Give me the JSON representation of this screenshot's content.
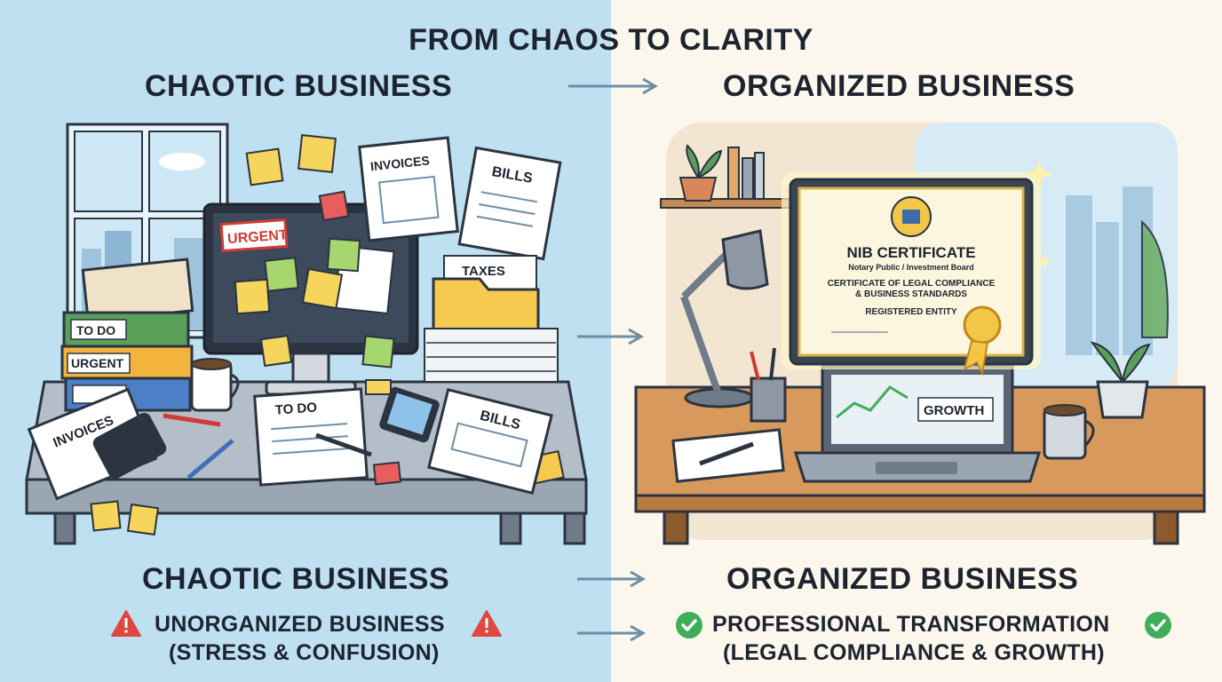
{
  "title": "FROM CHAOS TO CLARITY",
  "left": {
    "heading": "CHAOTIC BUSINESS",
    "footer_heading": "CHAOTIC BUSINESS",
    "footer_line1": "UNORGANIZED BUSINESS",
    "footer_line2": "(STRESS & CONFUSION)",
    "labels": {
      "urgent_sign": "URGENT",
      "invoices_top": "INVOICES",
      "bills_top": "BILLS",
      "taxes": "TAXES",
      "todo_binder": "TO DO",
      "urgent_binder": "URGENT",
      "invoices_desk": "INVOICES",
      "todo_desk": "TO DO",
      "bills_desk": "BILLS"
    },
    "warning_icon": "warning-triangle-icon"
  },
  "right": {
    "heading": "ORGANIZED BUSINESS",
    "footer_heading": "ORGANIZED BUSINESS",
    "footer_line1": "PROFESSIONAL TRANSFORMATION",
    "footer_line2": "(LEGAL COMPLIANCE & GROWTH)",
    "certificate": {
      "title": "NIB CERTIFICATE",
      "subtitle": "Notary Public / Investment Board",
      "line1": "CERTIFICATE OF LEGAL COMPLIANCE",
      "line2": "& BUSINESS STANDARDS",
      "line3": "REGISTERED ENTITY"
    },
    "laptop_label": "GROWTH",
    "check_icon": "check-circle-icon"
  },
  "colors": {
    "left_bg": "#bfe0f1",
    "right_bg": "#fcf7ed",
    "warning": "#e0473f",
    "check": "#3fae5a",
    "arrow": "#6f8ea5"
  }
}
